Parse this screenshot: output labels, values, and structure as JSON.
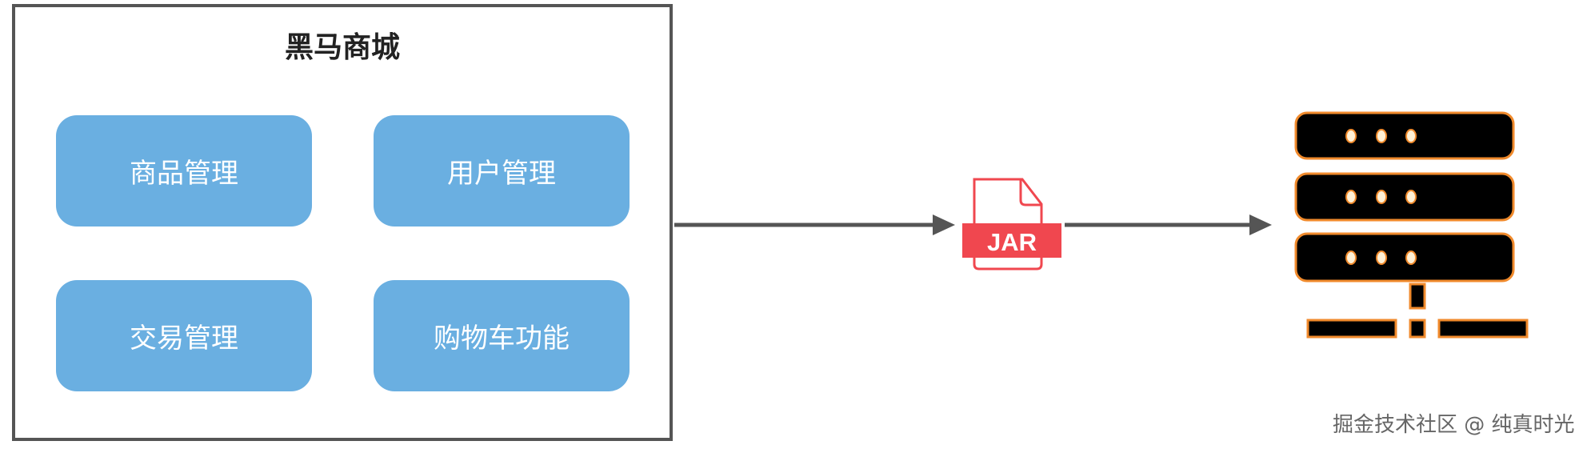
{
  "diagram": {
    "system_title": "黑马商城",
    "modules": [
      {
        "label": "商品管理"
      },
      {
        "label": "用户管理"
      },
      {
        "label": "交易管理"
      },
      {
        "label": "购物车功能"
      }
    ],
    "artifact": {
      "label": "JAR",
      "icon": "jar-file-icon",
      "color": "#f0474f"
    },
    "target": {
      "icon": "server-icon",
      "fill": "#000000",
      "outline": "#f08a2c"
    },
    "arrow_color": "#555555",
    "module_color": "#6aafe1"
  },
  "watermark": "掘金技术社区 @ 纯真时光"
}
